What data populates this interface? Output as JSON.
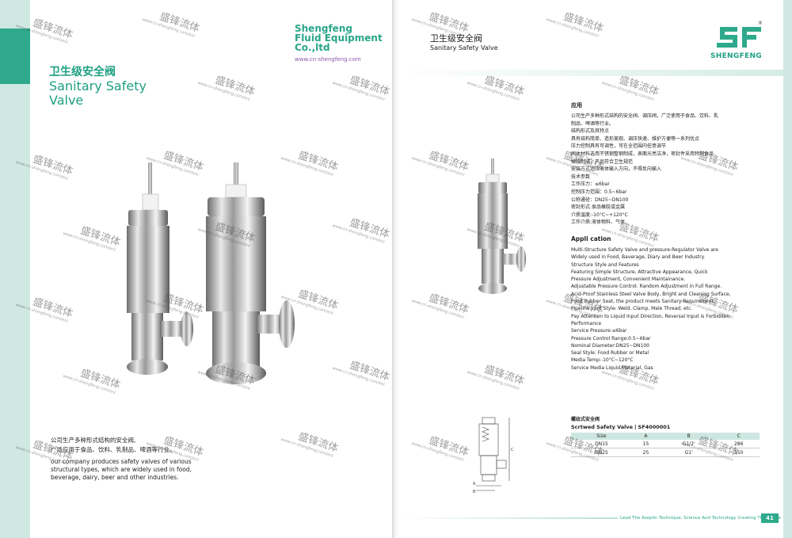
{
  "left_page": {
    "brand": {
      "line1": "Shengfeng",
      "line2": "Fluid Equipment",
      "line3": "Co.,ltd",
      "url": "www.cn-shengfeng.com"
    },
    "title_zh": "卫生级安全阀",
    "title_en_1": "Sanitary Safety",
    "title_en_2": "Valve",
    "desc_zh_1": "公司生产多种形式结构的安全阀,",
    "desc_zh_2": "广泛应用于食品、饮料、乳制品、啤酒等行业。",
    "desc_en_1": "our company produces safety valves of various",
    "desc_en_2": "structural types, which are widely used in food,",
    "desc_en_3": "beverage, dairy, beer and other industries."
  },
  "right_page": {
    "title_zh": "卫生级安全阀",
    "title_en": "Sanitary Safety Valve",
    "logo_text": "SHENGFENG",
    "reg_mark": "®",
    "section_zh": "应用",
    "zh_lines": [
      "公司生产多种形式结构的安全阀、调压阀，广泛使用于食品、饮料、乳",
      "制品、啤酒等行业。",
      "结构形式及其特点",
      "具有结构简单、造形美观、调压快速、维护方便等一系列优点",
      "压力控制具有可调性，可在全范围内任意调节",
      "阀体材料选用不锈钢整钢制成，表面光亮洁净，密封件采用特制食品",
      "橡胶制成，产品符合卫生规范",
      "安装方式适应液体输入方向，不得反向输入",
      "技术参数",
      "工作压力：≤6bar",
      "控制压力范围：0.5~6bar",
      "公称通径：DN25~DN100",
      "密封形式:食品橡胶或金属",
      "介质温度:-10°C~+120°C",
      "工作介质:液体物料、气体"
    ],
    "section_en": "Appli cation",
    "en_lines": [
      "Multi-Structure Safety Valve and pressure-Regulator Valve are",
      "Widely used in Food,   Baverage, Diary and Beer Industry.",
      "Structure Style and Features",
      "Featuring Simple Structure, Attractive Appearance, Quick",
      "Pressure Adjustment, Convenient Maintainance.",
      "Adjustable Pressure Control. Random Adjustment in Full Range.",
      "Acid-Proof Stainless Steel Valve Body, Bright and Cleaning Surface,",
      "Food Rubber Seat, the product meets Sanitary Requirement.",
      "Pipeline Joint Style: Weld, Clamp, Male Thread, etc.",
      "Pay Attention to Liquid Input Direction, Reversal Input is Forbidden.",
      "Performance",
      "Service Pressure:≤6bar",
      "Pressure Control Range:0.5~6bar",
      "Nominal Diameter:DN25~DN100",
      "Seal Style: Food Rubber or Metal",
      "Media Temp:-10°C~120°C",
      "Service Media Liquid Material, Gas"
    ],
    "model_zh": "螺纹式安全阀",
    "model_en": "Scrtwed Safety Valve丨SF4000001",
    "table": {
      "headers": [
        "Size",
        "A",
        "B",
        "C"
      ],
      "rows": [
        [
          "DN15",
          "15",
          "G1/2'",
          "286"
        ],
        [
          "DN25",
          "25",
          "G1'",
          "350"
        ]
      ]
    },
    "drawing_labels": {
      "a": "A",
      "b": "B",
      "c": "C"
    },
    "footer": "Lead The Aseptic Technique, Science And Technology Creating The Future",
    "page_number": "41"
  },
  "watermark": {
    "zh": "盛锋流体",
    "url": "www.cn-shengfeng.com/en/"
  },
  "colors": {
    "brand_green": "#2ea98c",
    "band": "#cfe8e2",
    "table_header": "#cde7e0"
  }
}
